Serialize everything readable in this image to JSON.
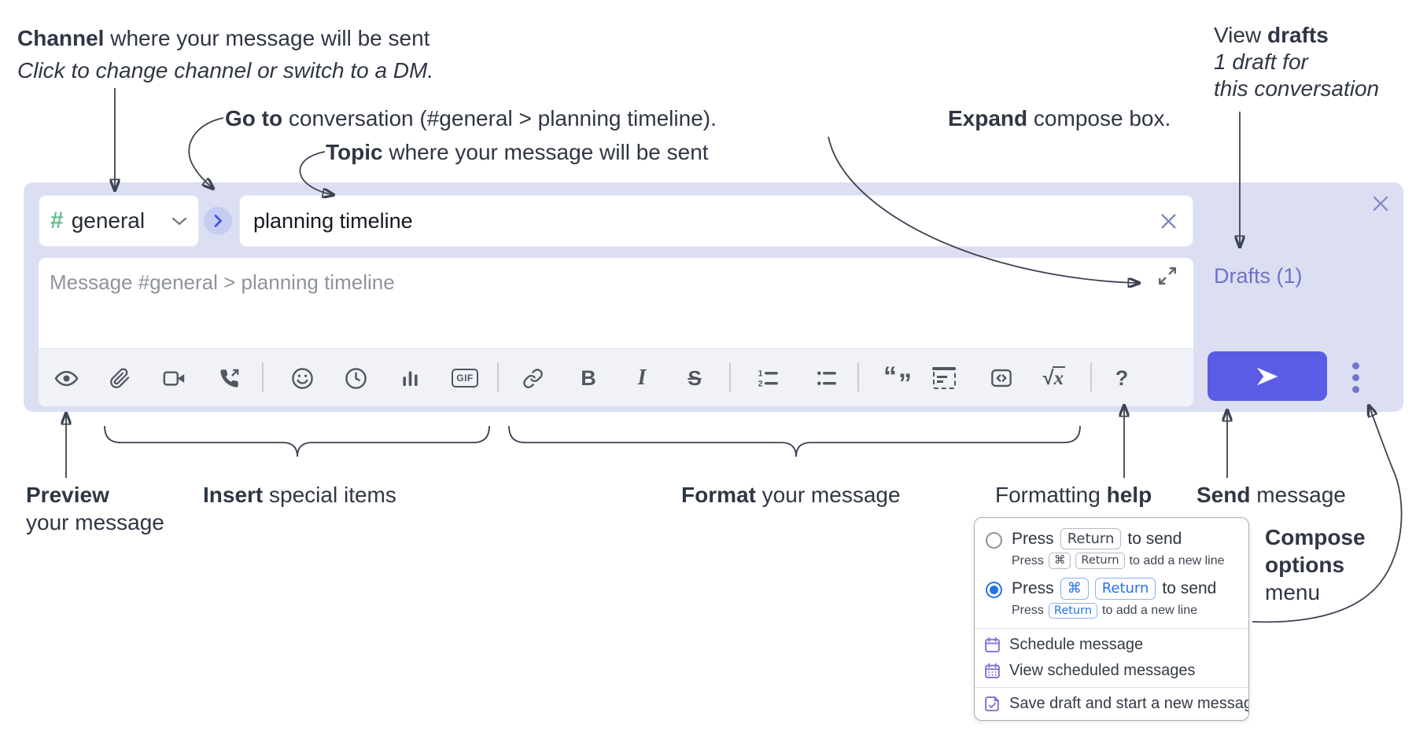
{
  "annotations": {
    "channel_line": {
      "bold": "Channel",
      "rest": " where your message will be sent"
    },
    "channel_sub": "Click to change channel or switch to a DM.",
    "goto_line": {
      "bold": "Go to",
      "rest": " conversation (#general > planning timeline)."
    },
    "topic_line": {
      "bold": "Topic",
      "rest": " where your message will be sent"
    },
    "expand_line": {
      "bold": "Expand",
      "rest": " compose box."
    },
    "drafts_note": {
      "pre": "View ",
      "bold": "drafts",
      "line2": "1 draft for",
      "line3": "this conversation"
    },
    "preview_label": {
      "bold": "Preview",
      "line2": "your message"
    },
    "insert_label": {
      "bold": "Insert",
      "rest": " special items"
    },
    "format_label": {
      "bold": "Format",
      "rest": " your message"
    },
    "help_label": {
      "pre": "Formatting ",
      "bold": "help"
    },
    "send_label": {
      "bold": "Send",
      "rest": " message"
    },
    "compose_menu_label": {
      "bold1": "Compose",
      "bold2": "options",
      "rest": "menu"
    }
  },
  "compose": {
    "channel_hash": "#",
    "channel_name": "general",
    "topic_value": "planning timeline",
    "message_placeholder": "Message #general > planning timeline",
    "drafts_link": "Drafts (1)"
  },
  "toolbar": {
    "icons": [
      "preview-eye",
      "attach-file",
      "video-call",
      "voice-call",
      "emoji",
      "global-time",
      "poll",
      "gif",
      "link",
      "bold",
      "italic",
      "strikethrough",
      "numbered-list",
      "bulleted-list",
      "quote",
      "spoiler",
      "code",
      "math",
      "help"
    ],
    "gif_label": "GIF",
    "bold_glyph": "B",
    "italic_glyph": "I",
    "strike_glyph": "S",
    "quote_open": "“",
    "quote_close": "”",
    "math_glyph": "√",
    "math_var": "x",
    "help_glyph": "?"
  },
  "menu": {
    "option1": {
      "selected": false,
      "press": "Press",
      "key_return": "Return",
      "after": "to send",
      "sub_press": "Press",
      "sub_key_cmd": "⌘",
      "sub_key_return": "Return",
      "sub_after": "to add a new line"
    },
    "option2": {
      "selected": true,
      "press": "Press",
      "key_cmd": "⌘",
      "key_return": "Return",
      "after": "to send",
      "sub_press": "Press",
      "sub_key_return": "Return",
      "sub_after": "to add a new line"
    },
    "items": [
      {
        "icon": "calendar-icon",
        "label": "Schedule message"
      },
      {
        "icon": "calendar-days-icon",
        "label": "View scheduled messages"
      },
      {
        "icon": "save-draft-icon",
        "label": "Save draft and start a new message"
      }
    ]
  },
  "colors": {
    "accent": "#5b5ce6",
    "compose_bg": "#dcdff2",
    "channel_green": "#65bd8d",
    "drafts_link": "#6d73c6",
    "radio_selected": "#2673e8",
    "menu_icon_purple": "#7e72d6",
    "toolbar_icon": "#51575f",
    "annotation_ink": "#2f3644"
  }
}
